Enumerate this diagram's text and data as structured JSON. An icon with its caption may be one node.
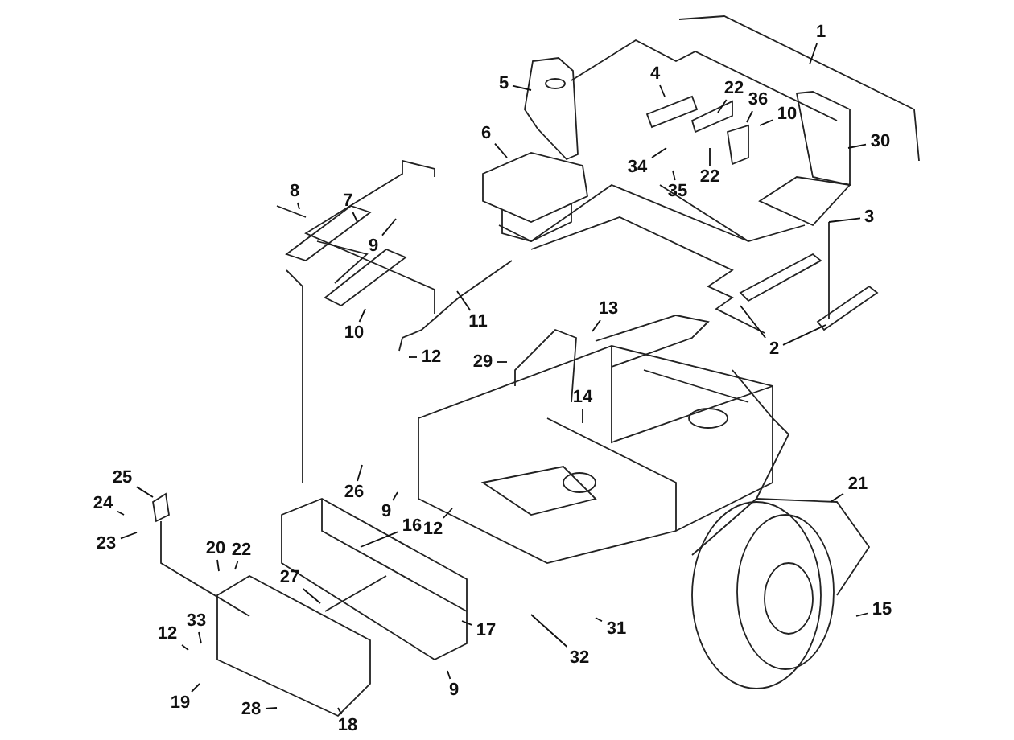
{
  "diagram": {
    "nodes": [
      {
        "text": [
          "1"
        ]
      },
      {
        "text": [
          "5"
        ]
      },
      {
        "text": [
          "4"
        ]
      },
      {
        "text": [
          "22"
        ]
      },
      {
        "text": [
          "36"
        ]
      },
      {
        "text": [
          "10"
        ]
      },
      {
        "text": [
          "30"
        ]
      },
      {
        "text": [
          "6"
        ]
      },
      {
        "text": [
          "34"
        ]
      },
      {
        "text": [
          "35"
        ]
      },
      {
        "text": [
          "22"
        ]
      },
      {
        "text": [
          "8"
        ]
      },
      {
        "text": [
          "7"
        ]
      },
      {
        "text": [
          "3"
        ]
      },
      {
        "text": [
          "9"
        ]
      },
      {
        "text": [
          "10"
        ]
      },
      {
        "text": [
          "11"
        ]
      },
      {
        "text": [
          "2"
        ]
      },
      {
        "text": [
          "13"
        ]
      },
      {
        "text": [
          "12"
        ]
      },
      {
        "text": [
          "29"
        ]
      },
      {
        "text": [
          "14"
        ]
      },
      {
        "text": [
          "26"
        ]
      },
      {
        "text": [
          "25"
        ]
      },
      {
        "text": [
          "24"
        ]
      },
      {
        "text": [
          "9"
        ]
      },
      {
        "text": [
          "21"
        ]
      },
      {
        "text": [
          "12"
        ]
      },
      {
        "text": [
          "16"
        ]
      },
      {
        "text": [
          "23"
        ]
      },
      {
        "text": [
          "20"
        ]
      },
      {
        "text": [
          "22"
        ]
      },
      {
        "text": [
          "27"
        ]
      },
      {
        "text": [
          "15"
        ]
      },
      {
        "text": [
          "33"
        ]
      },
      {
        "text": [
          "12"
        ]
      },
      {
        "text": [
          "17"
        ]
      },
      {
        "text": [
          "31"
        ]
      },
      {
        "text": [
          "32"
        ]
      },
      {
        "text": [
          "9"
        ]
      },
      {
        "text": [
          "19"
        ]
      },
      {
        "text": [
          "28"
        ]
      },
      {
        "text": [
          "18"
        ]
      }
    ],
    "edges": [
      {
        "from": 0,
        "to": null,
        "arrow": "none"
      },
      {
        "from": 1,
        "to": null,
        "arrow": "none"
      },
      {
        "from": 2,
        "to": null,
        "arrow": "none"
      },
      {
        "from": 3,
        "to": null,
        "arrow": "none"
      },
      {
        "from": 4,
        "to": null,
        "arrow": "none"
      },
      {
        "from": 5,
        "to": null,
        "arrow": "none"
      },
      {
        "from": 6,
        "to": null,
        "arrow": "none"
      },
      {
        "from": 7,
        "to": null,
        "arrow": "none"
      },
      {
        "from": 8,
        "to": null,
        "arrow": "none"
      },
      {
        "from": 9,
        "to": null,
        "arrow": "none"
      },
      {
        "from": 10,
        "to": null,
        "arrow": "none"
      },
      {
        "from": 11,
        "to": null,
        "arrow": "none"
      },
      {
        "from": 12,
        "to": null,
        "arrow": "none"
      },
      {
        "from": 13,
        "to": null,
        "arrow": "none"
      },
      {
        "from": 14,
        "to": null,
        "arrow": "none"
      },
      {
        "from": 15,
        "to": null,
        "arrow": "none"
      },
      {
        "from": 16,
        "to": null,
        "arrow": "none"
      },
      {
        "from": 17,
        "to": null,
        "arrow": "none"
      },
      {
        "from": 17,
        "to": null,
        "arrow": "none"
      },
      {
        "from": 18,
        "to": null,
        "arrow": "none"
      },
      {
        "from": 19,
        "to": null,
        "arrow": "none"
      },
      {
        "from": 20,
        "to": null,
        "arrow": "none"
      },
      {
        "from": 21,
        "to": null,
        "arrow": "none"
      },
      {
        "from": 22,
        "to": null,
        "arrow": "none"
      },
      {
        "from": 23,
        "to": null,
        "arrow": "none"
      },
      {
        "from": 24,
        "to": null,
        "arrow": "none"
      },
      {
        "from": 25,
        "to": null,
        "arrow": "none"
      },
      {
        "from": 26,
        "to": null,
        "arrow": "none"
      },
      {
        "from": 27,
        "to": null,
        "arrow": "none"
      },
      {
        "from": 28,
        "to": null,
        "arrow": "none"
      },
      {
        "from": 29,
        "to": null,
        "arrow": "none"
      },
      {
        "from": 30,
        "to": null,
        "arrow": "none"
      },
      {
        "from": 31,
        "to": null,
        "arrow": "none"
      },
      {
        "from": 32,
        "to": null,
        "arrow": "none"
      },
      {
        "from": 33,
        "to": null,
        "arrow": "none"
      },
      {
        "from": 34,
        "to": null,
        "arrow": "none"
      },
      {
        "from": 35,
        "to": null,
        "arrow": "none"
      },
      {
        "from": 36,
        "to": null,
        "arrow": "none"
      },
      {
        "from": 37,
        "to": null,
        "arrow": "none"
      },
      {
        "from": 38,
        "to": null,
        "arrow": "none"
      },
      {
        "from": 39,
        "to": null,
        "arrow": "none"
      },
      {
        "from": 40,
        "to": null,
        "arrow": "none"
      },
      {
        "from": 41,
        "to": null,
        "arrow": "none"
      },
      {
        "from": 42,
        "to": null,
        "arrow": "none"
      }
    ]
  }
}
